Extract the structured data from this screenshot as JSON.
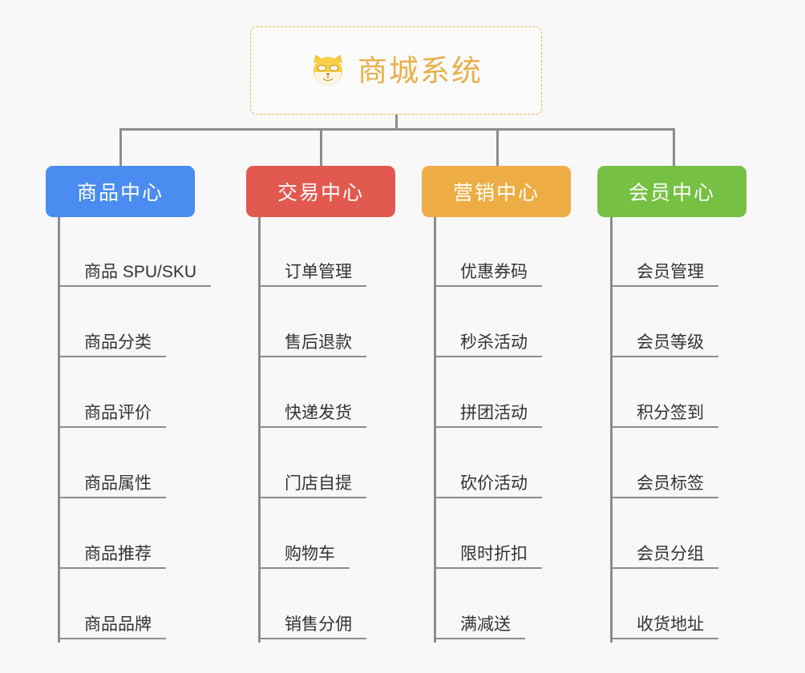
{
  "background_color": "#f8f8f8",
  "root": {
    "title": "商城系统",
    "icon": "shiba-dog-face-icon",
    "border_color": "#edb24a",
    "text_color": "#e8b04b"
  },
  "categories": [
    {
      "label": "商品中心",
      "color": "#4a8cf0",
      "items": [
        "商品 SPU/SKU",
        "商品分类",
        "商品评价",
        "商品属性",
        "商品推荐",
        "商品品牌"
      ]
    },
    {
      "label": "交易中心",
      "color": "#e2594f",
      "items": [
        "订单管理",
        "售后退款",
        "快递发货",
        "门店自提",
        "购物车",
        "销售分佣"
      ]
    },
    {
      "label": "营销中心",
      "color": "#eead44",
      "items": [
        "优惠券码",
        "秒杀活动",
        "拼团活动",
        "砍价活动",
        "限时折扣",
        "满减送"
      ]
    },
    {
      "label": "会员中心",
      "color": "#76c043",
      "items": [
        "会员管理",
        "会员等级",
        "积分签到",
        "会员标签",
        "会员分组",
        "收货地址"
      ]
    }
  ],
  "connector_color": "#8c8c8c",
  "leaf_text_color": "#333333"
}
